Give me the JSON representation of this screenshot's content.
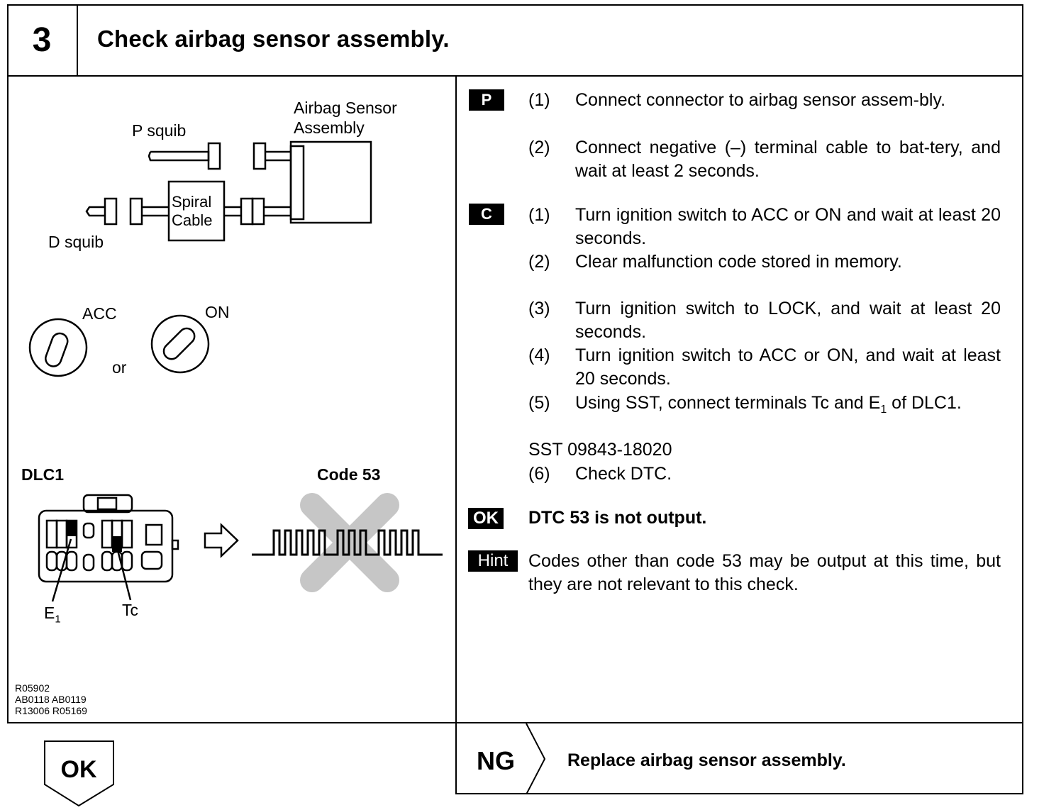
{
  "header": {
    "step_number": "3",
    "title": "Check airbag sensor assembly."
  },
  "diagram": {
    "airbag_sensor_label_1": "Airbag Sensor",
    "airbag_sensor_label_2": "Assembly",
    "p_squib": "P squib",
    "d_squib": "D squib",
    "spiral_cable_1": "Spiral",
    "spiral_cable_2": "Cable",
    "acc": "ACC",
    "on": "ON",
    "or": "or",
    "dlc1": "DLC1",
    "code53": "Code 53",
    "e1_main": "E",
    "e1_sub": "1",
    "tc": "Tc",
    "refs": [
      "R05902",
      "AB0118 AB0119",
      "R13006 R05169"
    ]
  },
  "steps": {
    "p_badge": "P",
    "c_badge": "C",
    "ok_badge": "OK",
    "hint_badge": "Hint",
    "p": [
      {
        "num": "(1)",
        "text": "Connect connector to airbag sensor assem-bly."
      },
      {
        "num": "(2)",
        "text": "Connect negative (–) terminal cable to bat-tery, and wait at least 2 seconds."
      }
    ],
    "c": [
      {
        "num": "(1)",
        "text": "Turn ignition switch to ACC or ON and wait at least 20 seconds."
      },
      {
        "num": "(2)",
        "text": "Clear malfunction code stored in memory."
      },
      {
        "num": "(3)",
        "text": "Turn ignition switch to LOCK, and wait at least 20 seconds."
      },
      {
        "num": "(4)",
        "text": "Turn ignition switch to ACC or ON, and wait at least 20 seconds."
      },
      {
        "num": "(5)",
        "text_before": "Using SST, connect terminals Tc and E",
        "text_sub": "1",
        "text_after": " of DLC1."
      }
    ],
    "sst": "SST 09843-18020",
    "c6": {
      "num": "(6)",
      "text": "Check DTC."
    },
    "ok_text": "DTC 53 is not output.",
    "hint_text": "Codes other than code 53 may be output at this time, but they are not relevant to this check."
  },
  "footer": {
    "ok_label": "OK",
    "ng_label": "NG",
    "ng_action": "Replace airbag sensor assembly."
  }
}
